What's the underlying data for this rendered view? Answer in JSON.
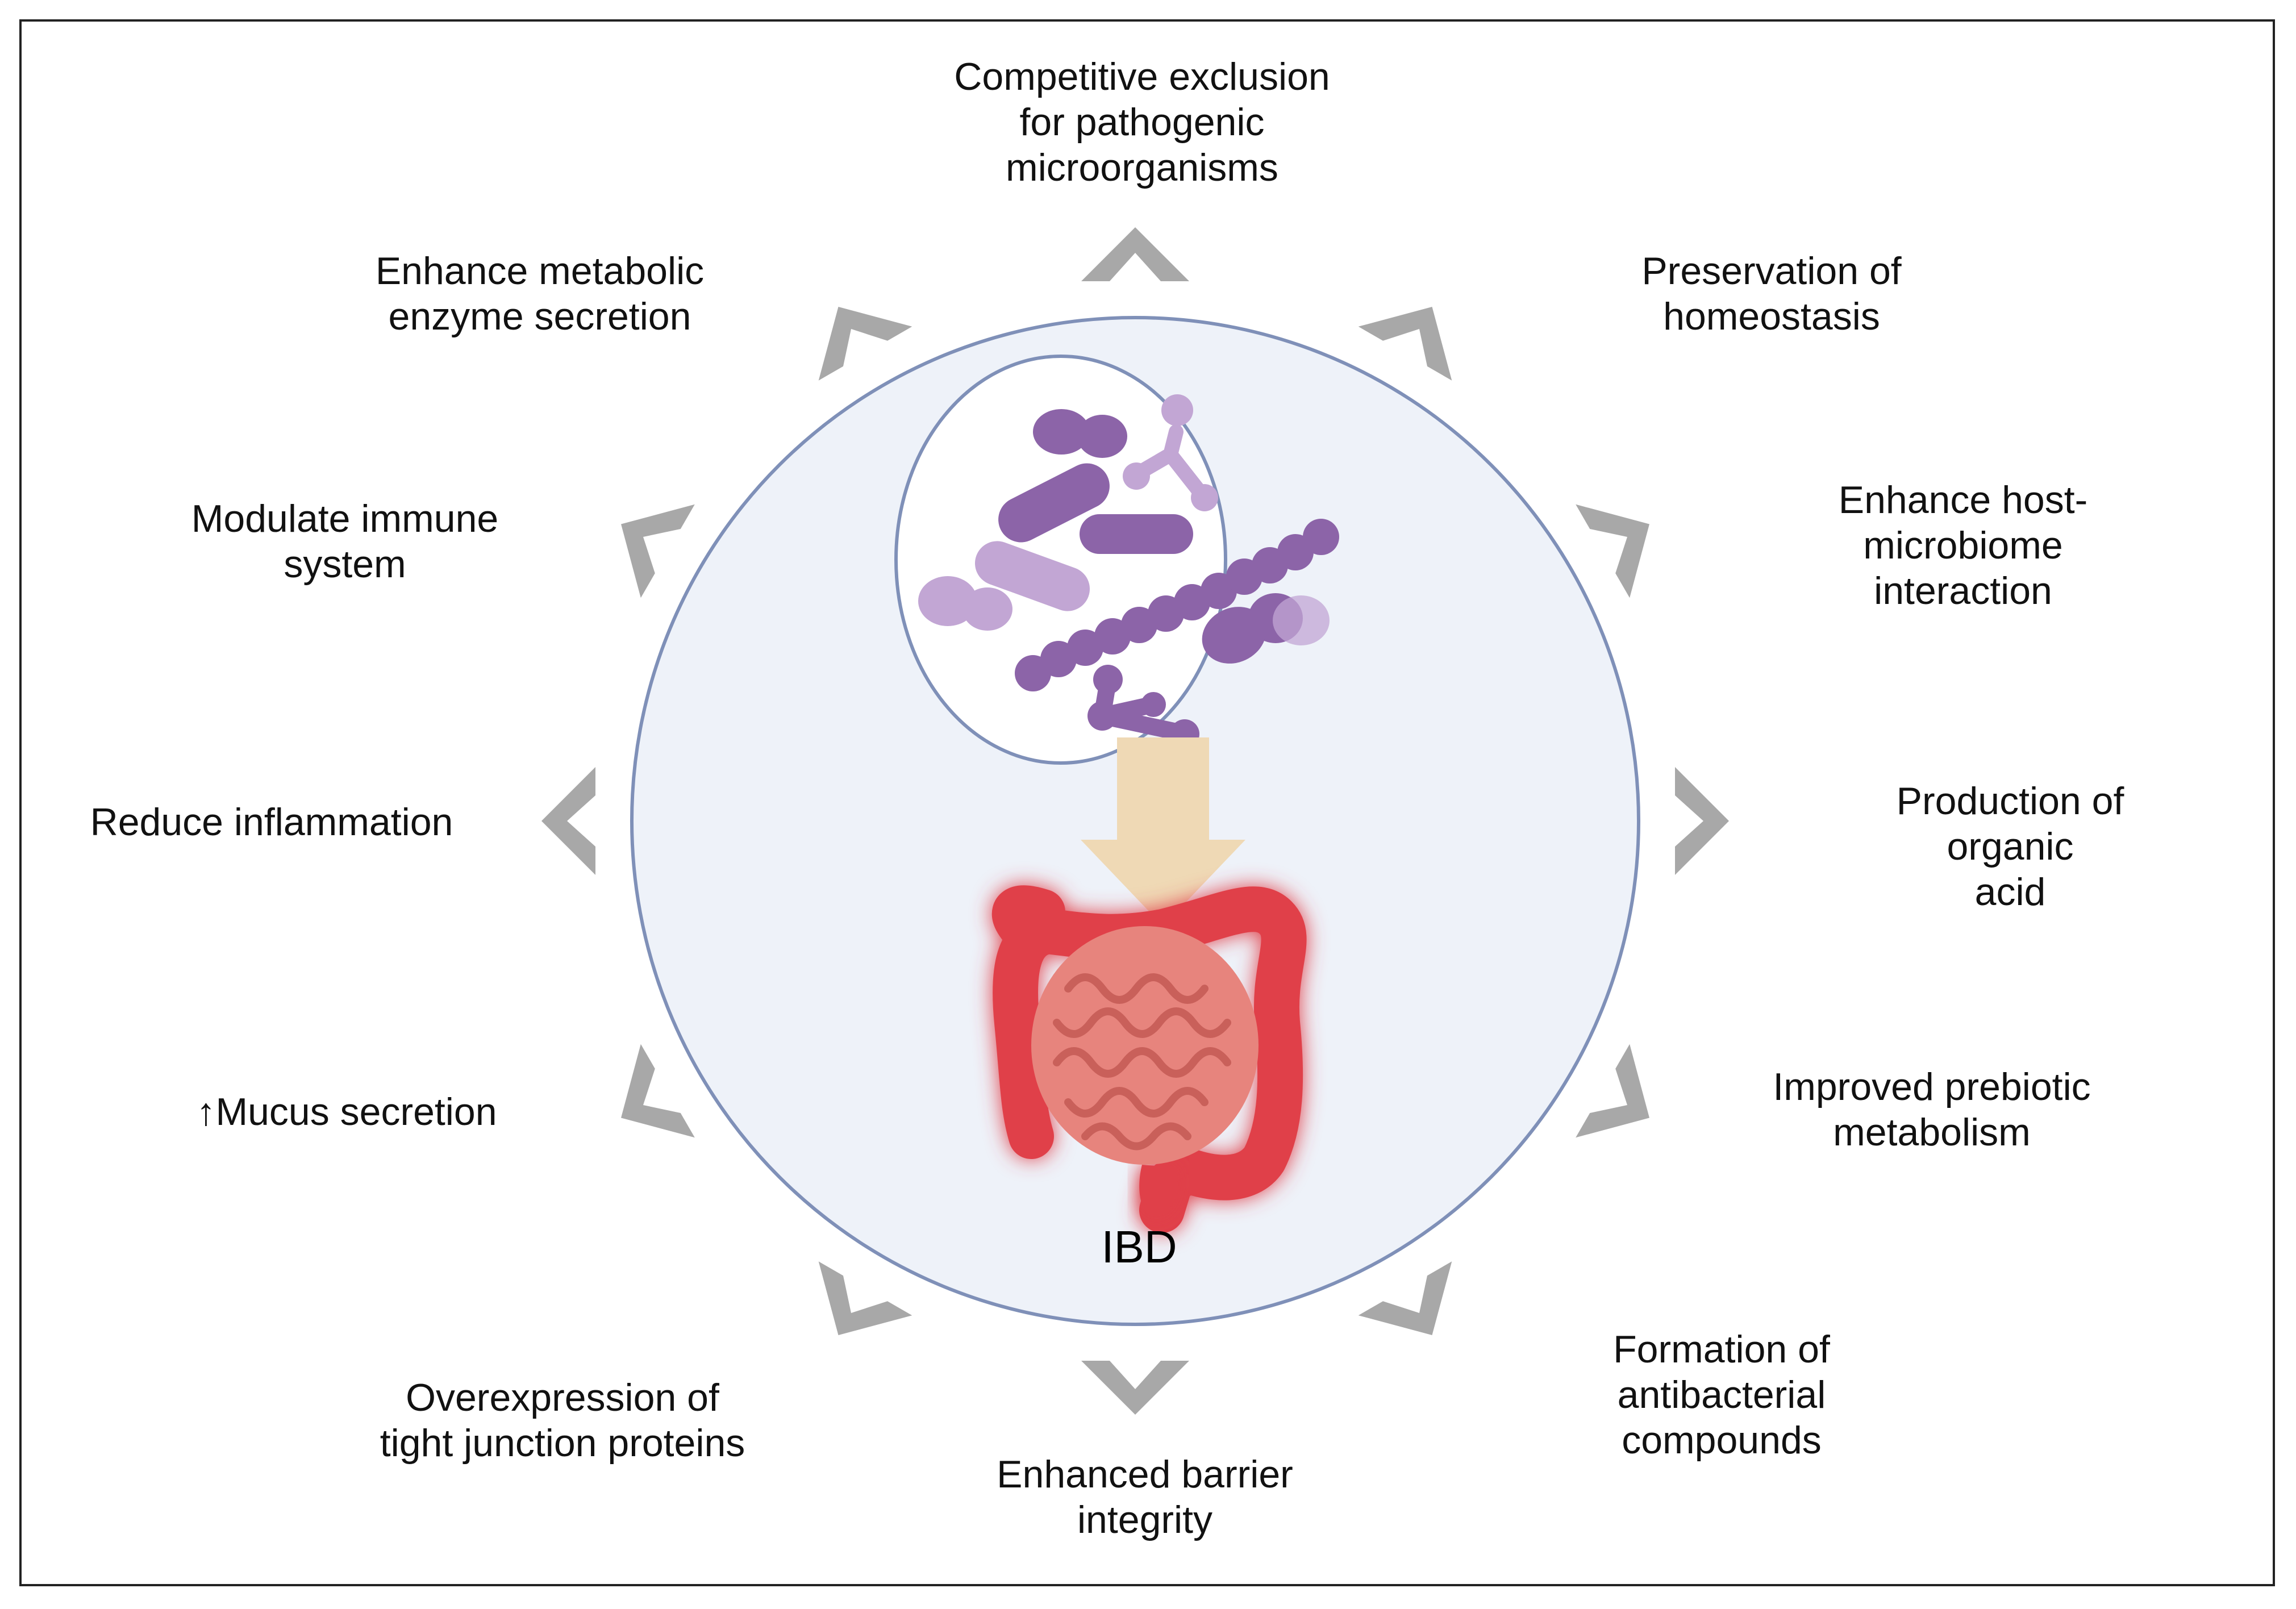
{
  "colors": {
    "chevron": "#a8a8a8",
    "big_circle_fill": "#eef2f9",
    "big_circle_stroke": "#7f90b8",
    "inner_circle_fill": "#ffffff",
    "inner_circle_stroke": "#7f90b8",
    "bacteria_dark": "#8c64a8",
    "bacteria_light": "#c2a6d4",
    "down_arrow": "#efd9b5",
    "colon": "#e0414a",
    "colon_glow": "#ff6b6b",
    "small_intestine": "#e7847d"
  },
  "icons": [
    "chevron-icon",
    "bacteria-icon",
    "down-arrow-icon",
    "intestine-icon"
  ],
  "center_label": "IBD",
  "benefits": [
    {
      "key": "competitive-exclusion",
      "text": "Competitive exclusion\nfor pathogenic\nmicroorganisms"
    },
    {
      "key": "preservation-homeostasis",
      "text": "Preservation of\nhomeostasis"
    },
    {
      "key": "host-microbiome",
      "text": "Enhance host-\nmicrobiome interaction"
    },
    {
      "key": "organic-acid",
      "text": "Production of organic\nacid"
    },
    {
      "key": "prebiotic-metabolism",
      "text": "Improved prebiotic\nmetabolism"
    },
    {
      "key": "antibacterial-compounds",
      "text": "Formation of\nantibacterial\ncompounds"
    },
    {
      "key": "barrier-integrity",
      "text": "Enhanced barrier\nintegrity"
    },
    {
      "key": "tight-junction",
      "text": "Overexpression of\ntight junction proteins"
    },
    {
      "key": "mucus-secretion",
      "text": "↑Mucus secretion"
    },
    {
      "key": "reduce-inflammation",
      "text": "Reduce inflammation"
    },
    {
      "key": "immune-system",
      "text": "Modulate immune\nsystem"
    },
    {
      "key": "metabolic-enzyme",
      "text": "Enhance metabolic\nenzyme secretion"
    }
  ]
}
